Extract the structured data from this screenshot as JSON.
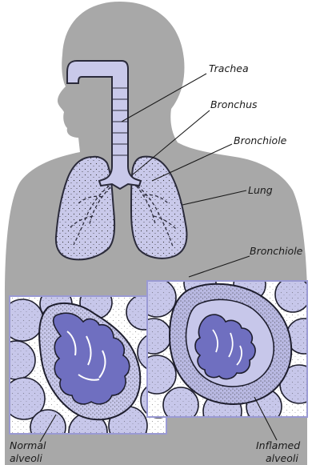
{
  "labels": {
    "trachea": "Trachea",
    "bronchus": "Bronchus",
    "bronchiole_top": "Bronchiole",
    "lung": "Lung",
    "bronchiole_bottom": "Bronchiole",
    "normal_line1": "Normal",
    "normal_line2": "alveoli",
    "inflamed_line1": "Inflamed",
    "inflamed_line2": "alveoli"
  },
  "colors": {
    "silhouette": "#a8a8a8",
    "airway": "#c9c9ea",
    "airway_outline": "#2a2a3a",
    "alveoli_light": "#c7c7ea",
    "alveoli_dark": "#6f6fc0",
    "inset_border": "#9a9ad4"
  }
}
